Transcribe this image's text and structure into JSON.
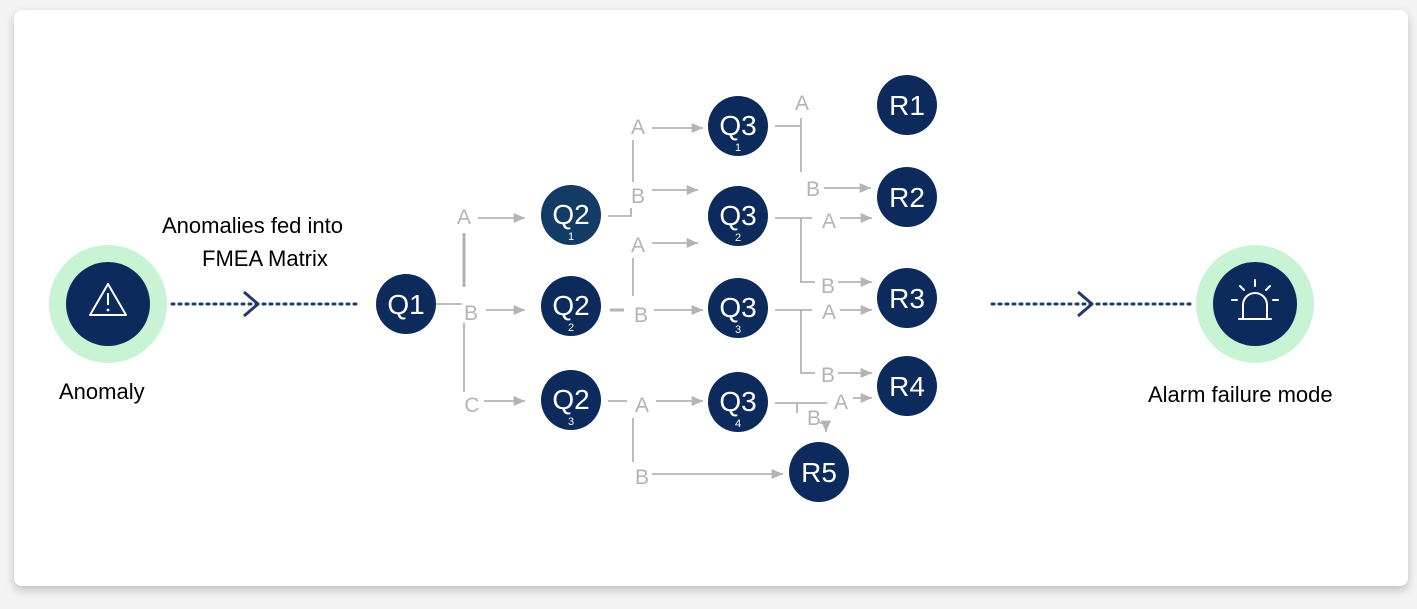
{
  "caption": {
    "line1": "Anomalies fed into",
    "line2": "FMEA Matrix"
  },
  "anomaly": {
    "label": "Anomaly",
    "icon": "warning-triangle-icon"
  },
  "alarm": {
    "label": "Alarm failure mode",
    "icon": "alarm-siren-icon"
  },
  "colors": {
    "node": "#0d2a5c",
    "halo": "#c8f3d4",
    "connector": "#b4b4b4",
    "flow_arrow": "#1e3a6e"
  },
  "nodes": {
    "q1": {
      "label": "Q1",
      "sub": ""
    },
    "q2a": {
      "label": "Q2",
      "sub": "1"
    },
    "q2b": {
      "label": "Q2",
      "sub": "2"
    },
    "q2c": {
      "label": "Q2",
      "sub": "3"
    },
    "q3a": {
      "label": "Q3",
      "sub": "1"
    },
    "q3b": {
      "label": "Q3",
      "sub": "2"
    },
    "q3c": {
      "label": "Q3",
      "sub": "3"
    },
    "q3d": {
      "label": "Q3",
      "sub": "4"
    },
    "r1": {
      "label": "R1",
      "sub": ""
    },
    "r2": {
      "label": "R2",
      "sub": ""
    },
    "r3": {
      "label": "R3",
      "sub": ""
    },
    "r4": {
      "label": "R4",
      "sub": ""
    },
    "r5": {
      "label": "R5",
      "sub": ""
    }
  },
  "edge_labels": {
    "q1_a": "A",
    "q1_b": "B",
    "q1_c": "C",
    "q2a_a": "A",
    "q2a_b": "B",
    "q2b_a": "A",
    "q2b_b": "B",
    "q2c_a": "A",
    "q2c_b": "B",
    "q3a_a": "A",
    "q3a_b": "B",
    "q3b_a": "A",
    "q3b_b": "B",
    "q3c_a": "A",
    "q3c_b": "B",
    "q3d_a": "A",
    "q3d_b": "B"
  }
}
